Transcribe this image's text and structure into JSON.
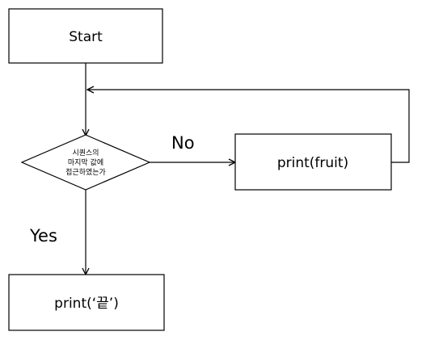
{
  "nodes": {
    "start": {
      "label": "Start"
    },
    "decision": {
      "lines": [
        "시퀀스의",
        "마지막 값에",
        "접근하였는가"
      ]
    },
    "loop_body": {
      "label": "print(fruit)"
    },
    "end": {
      "label": "print(‘끝’)"
    }
  },
  "edges": {
    "no_label": "No",
    "yes_label": "Yes"
  }
}
